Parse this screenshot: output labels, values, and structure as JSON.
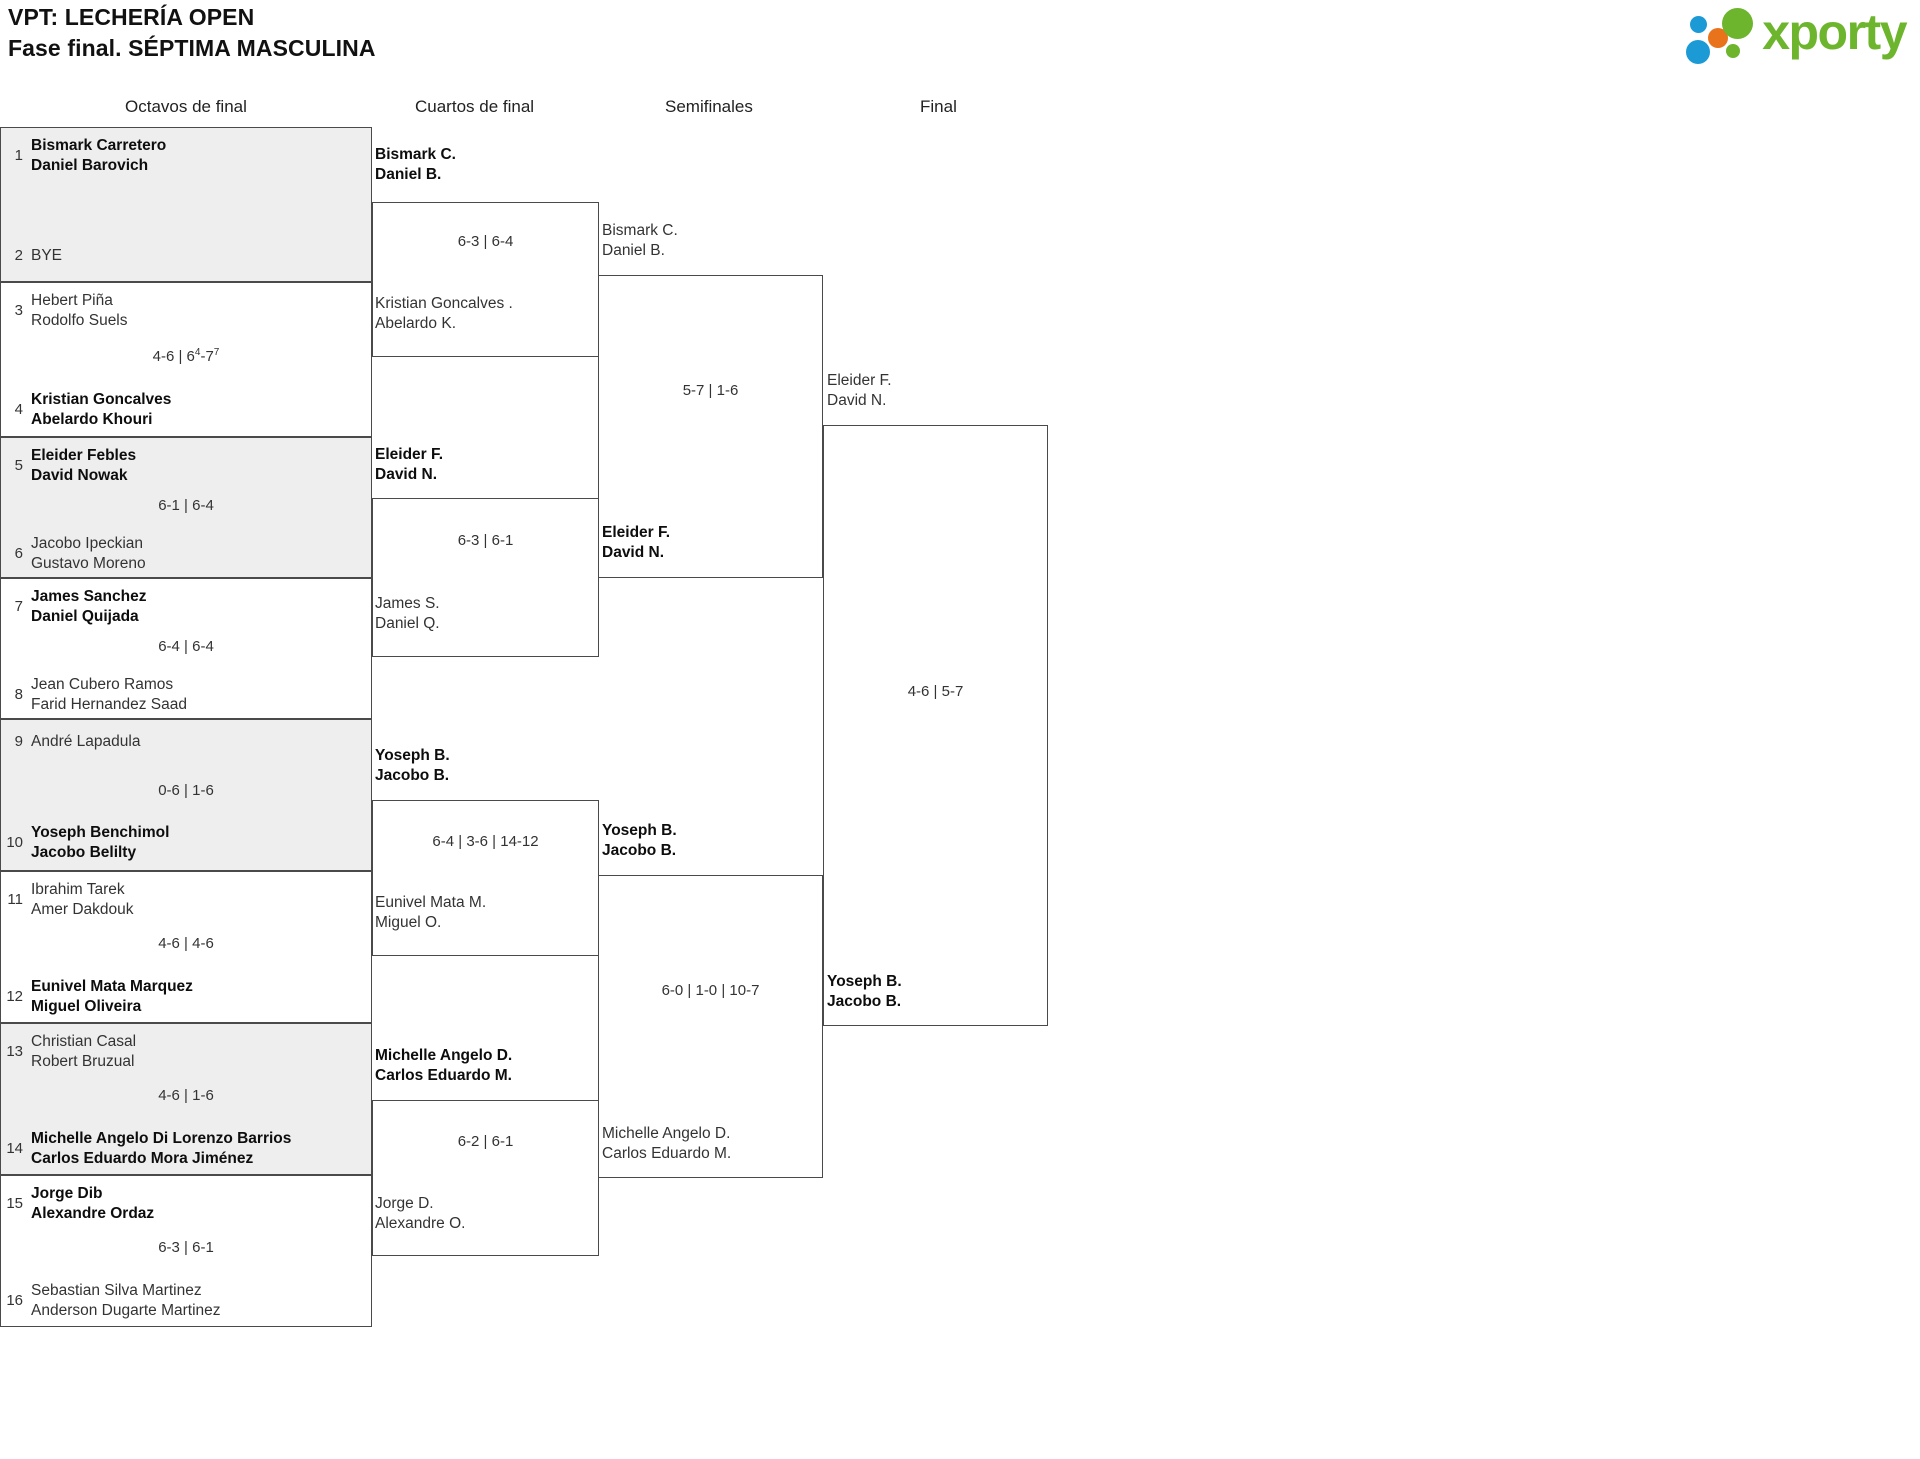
{
  "header": {
    "title_line1": "VPT: LECHERÍA OPEN",
    "title_line2": "Fase final. SÉPTIMA MASCULINA",
    "logo_word": "xporty"
  },
  "rounds": [
    {
      "label": "Octavos de final"
    },
    {
      "label": "Cuartos de final"
    },
    {
      "label": "Semifinales"
    },
    {
      "label": "Final"
    }
  ],
  "round1": {
    "entries": [
      {
        "seed": "1",
        "p1": "Bismark Carretero",
        "p2": "Daniel Barovich",
        "winner": true
      },
      {
        "seed": "2",
        "p1": "BYE",
        "p2": "",
        "winner": false
      },
      {
        "seed": "3",
        "p1": "Hebert Piña",
        "p2": "Rodolfo Suels",
        "winner": false
      },
      {
        "seed": "4",
        "p1": "Kristian Goncalves",
        "p2": "Abelardo Khouri",
        "winner": true
      },
      {
        "seed": "5",
        "p1": "Eleider Febles",
        "p2": "David Nowak",
        "winner": true
      },
      {
        "seed": "6",
        "p1": "Jacobo Ipeckian",
        "p2": "Gustavo Moreno",
        "winner": false
      },
      {
        "seed": "7",
        "p1": "James Sanchez",
        "p2": "Daniel Quijada",
        "winner": true
      },
      {
        "seed": "8",
        "p1": "Jean Cubero Ramos",
        "p2": "Farid Hernandez Saad",
        "winner": false
      },
      {
        "seed": "9",
        "p1": "André Lapadula",
        "p2": "",
        "winner": false
      },
      {
        "seed": "10",
        "p1": "Yoseph Benchimol",
        "p2": "Jacobo Belilty",
        "winner": true
      },
      {
        "seed": "11",
        "p1": "Ibrahim Tarek",
        "p2": "Amer Dakdouk",
        "winner": false
      },
      {
        "seed": "12",
        "p1": "Eunivel Mata Marquez",
        "p2": "Miguel Oliveira",
        "winner": true
      },
      {
        "seed": "13",
        "p1": "Christian Casal",
        "p2": "Robert Bruzual",
        "winner": false
      },
      {
        "seed": "14",
        "p1": "Michelle Angelo Di Lorenzo Barrios",
        "p2": "Carlos Eduardo Mora Jiménez",
        "winner": true
      },
      {
        "seed": "15",
        "p1": "Jorge Dib",
        "p2": "Alexandre Ordaz",
        "winner": true
      },
      {
        "seed": "16",
        "p1": "Sebastian Silva Martinez",
        "p2": "Anderson Dugarte Martinez",
        "winner": false
      }
    ],
    "scores": [
      {
        "text": "4-6 | 6",
        "sup1": "4",
        "mid": "-7",
        "sup2": "7"
      },
      {
        "text": "6-1 | 6-4"
      },
      {
        "text": "6-4 | 6-4"
      },
      {
        "text": "0-6 | 1-6"
      },
      {
        "text": "4-6 | 4-6"
      },
      {
        "text": "4-6 | 1-6"
      },
      {
        "text": "6-3 | 6-1"
      }
    ]
  },
  "round2": {
    "matches": [
      {
        "top_p1": "Bismark C.",
        "top_p2": "Daniel B.",
        "top_win": true,
        "bot_p1": "Kristian Goncalves .",
        "bot_p2": "Abelardo K.",
        "bot_win": false,
        "score": "6-3 | 6-4"
      },
      {
        "top_p1": "Eleider F.",
        "top_p2": "David N.",
        "top_win": true,
        "bot_p1": "James S.",
        "bot_p2": "Daniel Q.",
        "bot_win": false,
        "score": "6-3 | 6-1"
      },
      {
        "top_p1": "Yoseph B.",
        "top_p2": "Jacobo B.",
        "top_win": true,
        "bot_p1": "Eunivel Mata M.",
        "bot_p2": "Miguel O.",
        "bot_win": false,
        "score": "6-4 | 3-6 | 14-12"
      },
      {
        "top_p1": "Michelle Angelo D.",
        "top_p2": "Carlos Eduardo M.",
        "top_win": true,
        "bot_p1": "Jorge D.",
        "bot_p2": "Alexandre O.",
        "bot_win": false,
        "score": "6-2 | 6-1"
      }
    ]
  },
  "round3": {
    "matches": [
      {
        "top_p1": "Bismark C.",
        "top_p2": "Daniel B.",
        "top_win": false,
        "bot_p1": "Eleider F.",
        "bot_p2": "David N.",
        "bot_win": true,
        "score": "5-7 | 1-6"
      },
      {
        "top_p1": "Yoseph B.",
        "top_p2": "Jacobo B.",
        "top_win": true,
        "bot_p1": "Michelle Angelo D.",
        "bot_p2": "Carlos Eduardo M.",
        "bot_win": false,
        "score": "6-0 | 1-0 | 10-7"
      }
    ]
  },
  "round4": {
    "matches": [
      {
        "top_p1": "Eleider F.",
        "top_p2": "David N.",
        "top_win": false,
        "bot_p1": "Yoseph B.",
        "bot_p2": "Jacobo B.",
        "bot_win": true,
        "score": "4-6 | 5-7"
      }
    ]
  }
}
